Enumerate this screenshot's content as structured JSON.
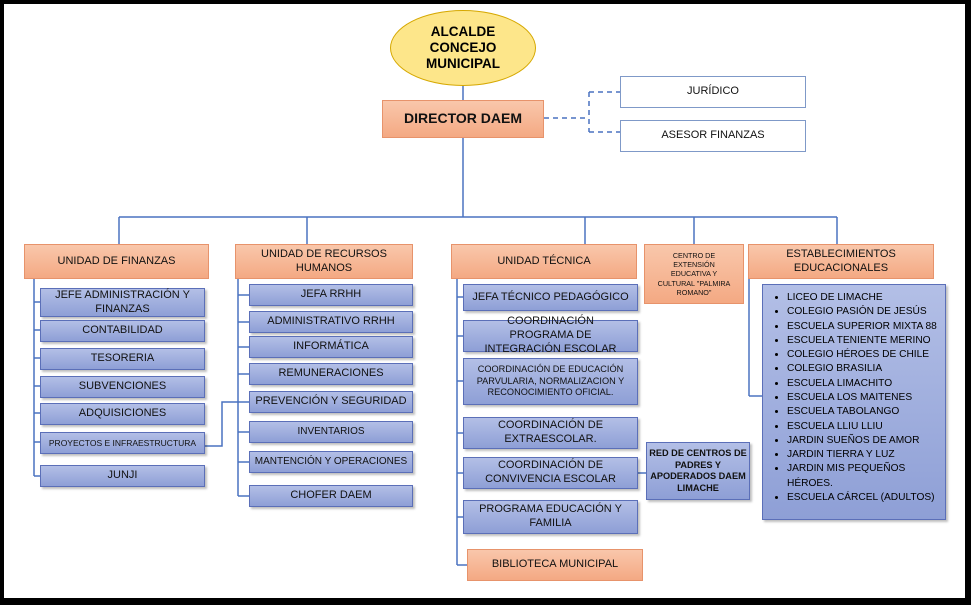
{
  "alcalde": "ALCALDE CONCEJO MUNICIPAL",
  "director": "DIRECTOR DAEM",
  "juridico": "JURÍDICO",
  "asesor": "ASESOR FINANZAS",
  "unidades": {
    "finanzas": "UNIDAD DE FINANZAS",
    "rrhh": "UNIDAD DE RECURSOS HUMANOS",
    "tecnica": "UNIDAD TÉCNICA",
    "centro": "CENTRO DE EXTENSIÓN EDUCATIVA Y CULTURAL \"PALMIRA ROMANO\"",
    "establecimientos": "ESTABLECIMIENTOS EDUCACIONALES"
  },
  "finanzas_items": [
    "JEFE ADMINISTRACIÓN Y FINANZAS",
    "CONTABILIDAD",
    "TESORERIA",
    "SUBVENCIONES",
    "ADQUISICIONES",
    "PROYECTOS E INFRAESTRUCTURA",
    "JUNJI"
  ],
  "rrhh_items": [
    "JEFA RRHH",
    "ADMINISTRATIVO RRHH",
    "INFORMÁTICA",
    "REMUNERACIONES",
    "PREVENCIÓN Y SEGURIDAD",
    "INVENTARIOS",
    "MANTENCIÓN Y OPERACIONES",
    "CHOFER DAEM"
  ],
  "tecnica_items": [
    "JEFA TÉCNICO PEDAGÓGICO",
    "COORDINACIÓN PROGRAMA DE INTEGRACIÓN ESCOLAR",
    "COORDINACIÓN DE EDUCACIÓN PARVULARIA, NORMALIZACION Y RECONOCIMIENTO OFICIAL.",
    "COORDINACIÓN DE EXTRAESCOLAR.",
    "COORDINACIÓN DE CONVIVENCIA ESCOLAR",
    "PROGRAMA EDUCACIÓN Y FAMILIA"
  ],
  "biblioteca": "BIBLIOTECA MUNICIPAL",
  "red_centros": "RED DE CENTROS DE PADRES Y APODERADOS DAEM LIMACHE",
  "escuelas": [
    "LICEO DE LIMACHE",
    "COLEGIO PASIÓN DE JESÚS",
    "ESCUELA SUPERIOR MIXTA 88",
    "ESCUELA TENIENTE MERINO",
    "COLEGIO HÉROES DE CHILE",
    "COLEGIO BRASILIA",
    "ESCUELA LIMACHITO",
    "ESCUELA LOS MAITENES",
    "ESCUELA TABOLANGO",
    "ESCUELA LLIU LLIU",
    "JARDIN SUEÑOS DE AMOR",
    "JARDIN TIERRA Y LUZ",
    "JARDIN MIS PEQUEÑOS HÉROES.",
    "ESCUELA CÁRCEL (ADULTOS)"
  ],
  "colors": {
    "orange": "#f4a983",
    "blue": "#8e9fd6",
    "line": "#4a72c0",
    "ellipse": "#fde68a"
  }
}
